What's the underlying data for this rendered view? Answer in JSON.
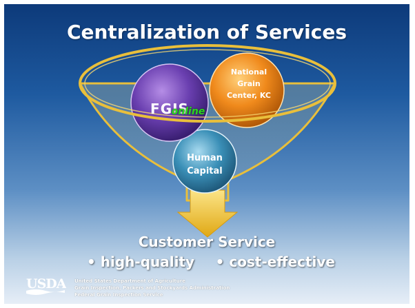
{
  "title": "Centralization of Services",
  "circles": {
    "fgis": {
      "label": "FGIS",
      "sublabel": "online",
      "color": "#6a3fb0"
    },
    "national_grain_center": {
      "lines": [
        "National",
        "Grain",
        "Center, KC"
      ],
      "color": "#f08a1c"
    },
    "human_capital": {
      "lines": [
        "Human",
        "Capital"
      ],
      "color": "#3a8fb7"
    }
  },
  "funnel_color": "#e9bf3b",
  "arrow_color": "#f2c531",
  "customer_service": {
    "title": "Customer Service",
    "bullets": [
      "high-quality",
      "cost-effective"
    ]
  },
  "footer": {
    "logo_text": "USDA",
    "lines": [
      "United States Department of Agriculture",
      "Grain Inspection, Packers and Stockyards Administration",
      "Federal Grain Inspection Service"
    ]
  }
}
